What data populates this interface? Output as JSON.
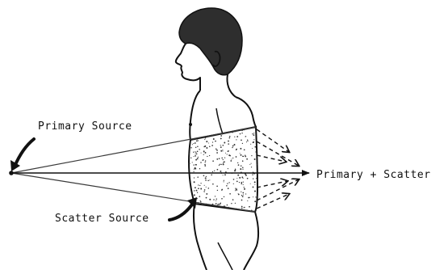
{
  "labels": {
    "primary_source": "Primary Source",
    "scatter_source": "Scatter Source",
    "primary_plus_scatter": "Primary + Scatter"
  },
  "colors": {
    "ink": "#111111",
    "hair": "#3a3a3a",
    "background": "#ffffff"
  }
}
